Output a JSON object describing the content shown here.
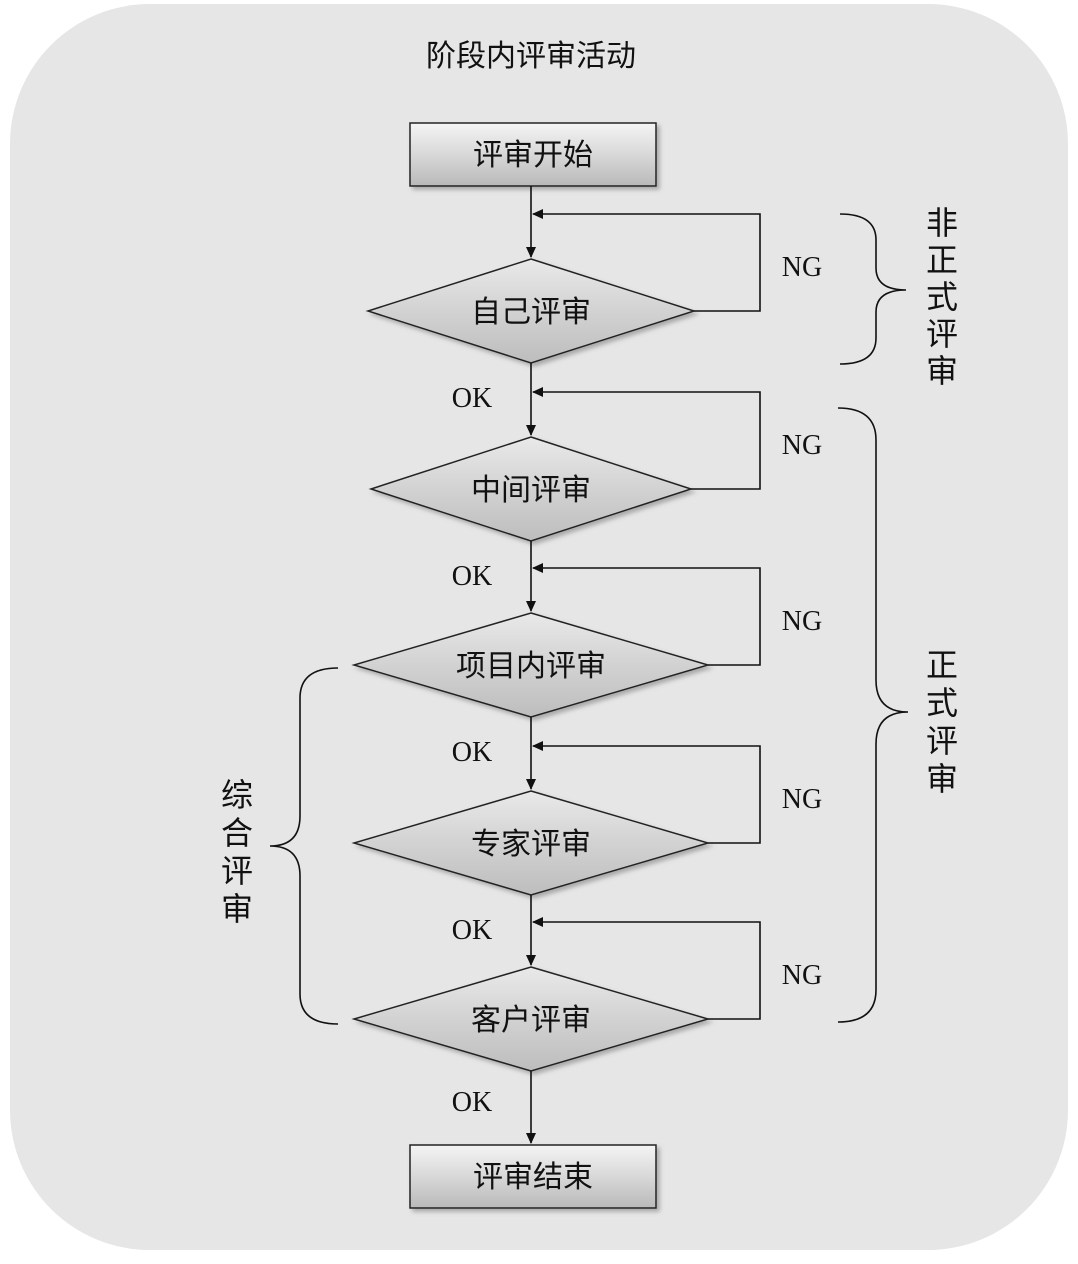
{
  "title": "阶段内评审活动",
  "start": "评审开始",
  "end": "评审结束",
  "steps": [
    {
      "name": "self-review",
      "label": "自己评审"
    },
    {
      "name": "middle-review",
      "label": "中间评审"
    },
    {
      "name": "project-review",
      "label": "项目内评审"
    },
    {
      "name": "expert-review",
      "label": "专家评审"
    },
    {
      "name": "customer-review",
      "label": "客户评审"
    }
  ],
  "ok_label": "OK",
  "ng_label": "NG",
  "groups": {
    "informal": "非正式评审",
    "formal": "正式评审",
    "comprehensive": "综合评审"
  },
  "colors": {
    "panel": "#e6e6e6",
    "box": "#d9d9d9",
    "diamond": "#d4d4d4",
    "line": "#111111"
  }
}
